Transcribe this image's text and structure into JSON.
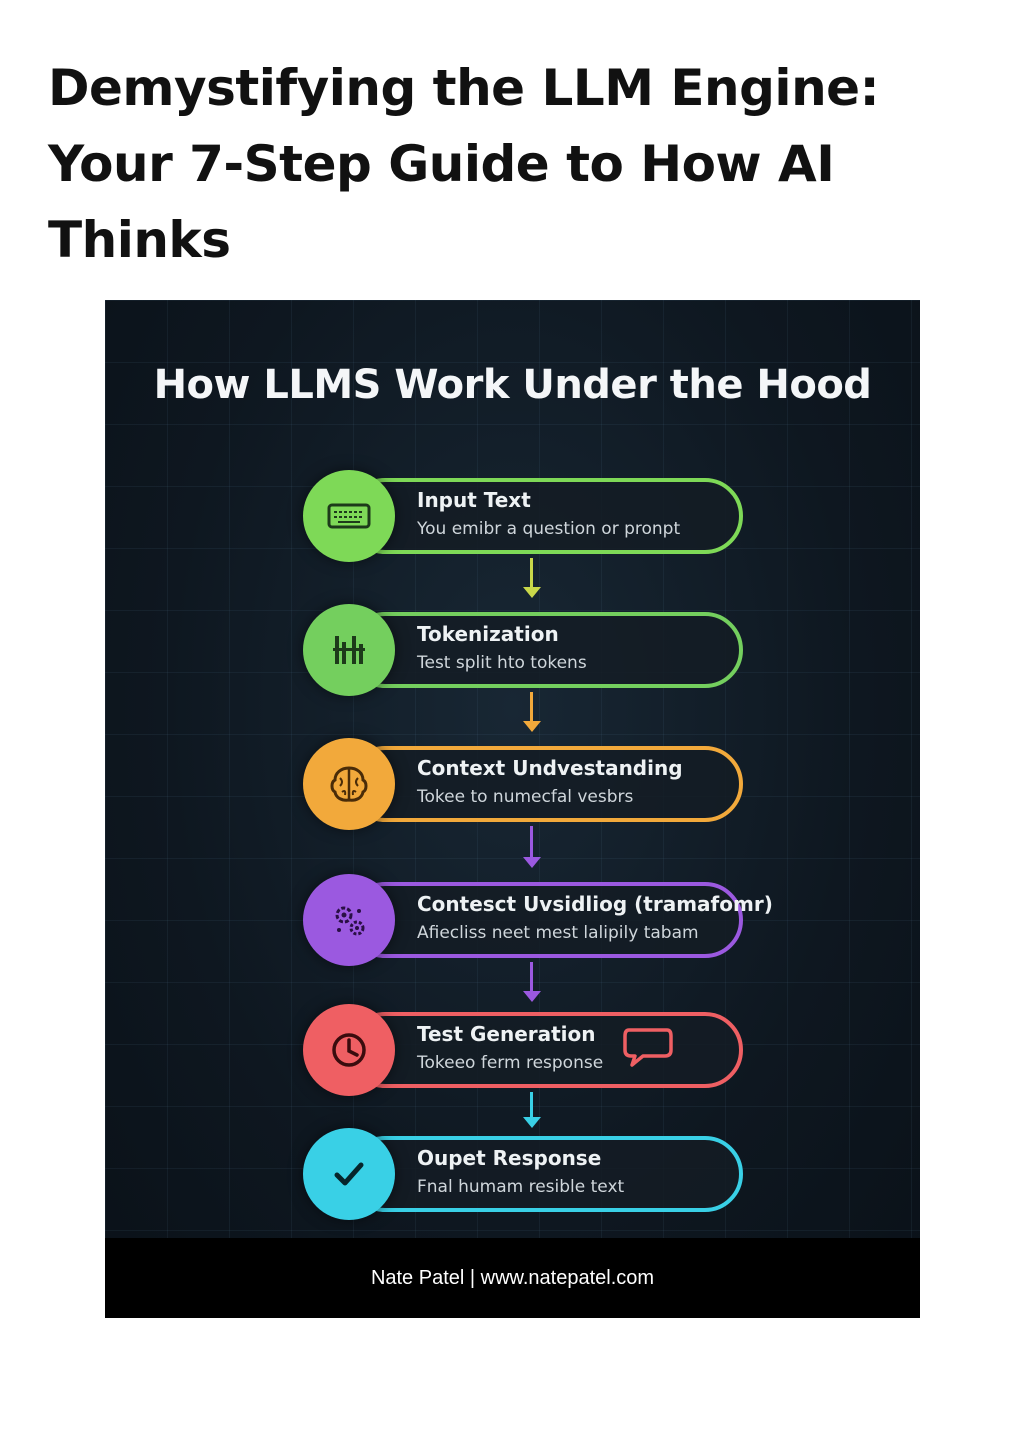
{
  "page": {
    "title": "Demystifying the LLM Engine: Your 7-Step Guide to How AI Thinks"
  },
  "infographic": {
    "title": "How LLMS Work Under the Hood",
    "footer": "Nate Patel | www.natepatel.com",
    "steps": [
      {
        "title": "Input Text",
        "desc": "You emibr a question or pronpt",
        "color": "#7ed957",
        "icon": "keyboard-icon"
      },
      {
        "title": "Tokenization",
        "desc": "Test split hto tokens",
        "color": "#74cf5e",
        "icon": "token-bars-icon"
      },
      {
        "title": "Context Undvestanding",
        "desc": "Tokee to numecfal vesbrs",
        "color": "#f2a93b",
        "icon": "brain-icon"
      },
      {
        "title": "Contesct Uvsidliog (tramafomr)",
        "desc": "Afiecliss neet mest lalipily tabam",
        "color": "#9b59e0",
        "icon": "gears-icon"
      },
      {
        "title": "Test Generation",
        "desc": "Tokeeo ferm response",
        "color": "#ef5f63",
        "icon": "clock-icon"
      },
      {
        "title": "Oupet Response",
        "desc": "Fnal humam resible text",
        "color": "#39d0e6",
        "icon": "checkmark-icon"
      }
    ]
  }
}
